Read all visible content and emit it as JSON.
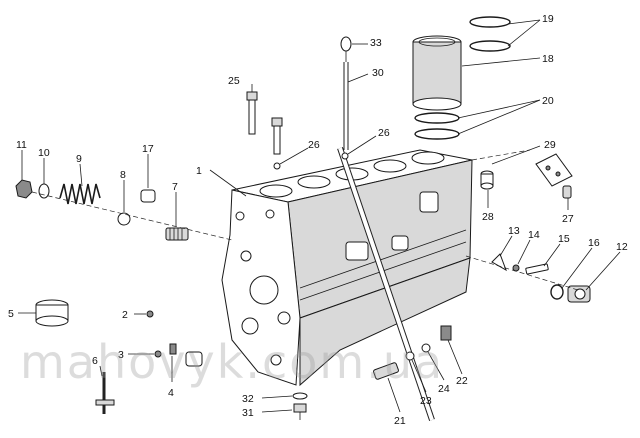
{
  "diagram": {
    "callouts": [
      {
        "id": "1",
        "label": "1"
      },
      {
        "id": "2",
        "label": "2"
      },
      {
        "id": "3",
        "label": "3"
      },
      {
        "id": "4",
        "label": "4"
      },
      {
        "id": "5",
        "label": "5"
      },
      {
        "id": "6",
        "label": "6"
      },
      {
        "id": "7",
        "label": "7"
      },
      {
        "id": "8",
        "label": "8"
      },
      {
        "id": "9",
        "label": "9"
      },
      {
        "id": "10",
        "label": "10"
      },
      {
        "id": "11",
        "label": "11"
      },
      {
        "id": "12",
        "label": "12"
      },
      {
        "id": "13",
        "label": "13"
      },
      {
        "id": "14",
        "label": "14"
      },
      {
        "id": "15",
        "label": "15"
      },
      {
        "id": "16",
        "label": "16"
      },
      {
        "id": "17",
        "label": "17"
      },
      {
        "id": "18",
        "label": "18"
      },
      {
        "id": "19",
        "label": "19"
      },
      {
        "id": "20",
        "label": "20"
      },
      {
        "id": "21",
        "label": "21"
      },
      {
        "id": "22",
        "label": "22"
      },
      {
        "id": "23",
        "label": "23"
      },
      {
        "id": "24",
        "label": "24"
      },
      {
        "id": "25",
        "label": "25"
      },
      {
        "id": "26a",
        "label": "26"
      },
      {
        "id": "26b",
        "label": "26"
      },
      {
        "id": "27",
        "label": "27"
      },
      {
        "id": "28",
        "label": "28"
      },
      {
        "id": "29",
        "label": "29"
      },
      {
        "id": "30",
        "label": "30"
      },
      {
        "id": "31",
        "label": "31"
      },
      {
        "id": "32",
        "label": "32"
      },
      {
        "id": "33",
        "label": "33"
      }
    ]
  },
  "watermark": {
    "text": "mahovyk.com.ua"
  }
}
